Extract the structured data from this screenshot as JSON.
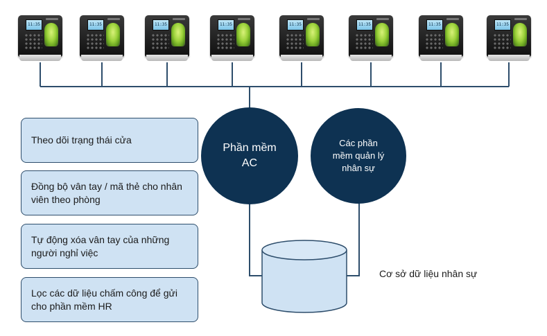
{
  "devices": [
    {
      "screen_time": "11:35"
    },
    {
      "screen_time": "11:35"
    },
    {
      "screen_time": "11:35"
    },
    {
      "screen_time": "11:35"
    },
    {
      "screen_time": "11:35"
    },
    {
      "screen_time": "11:35"
    },
    {
      "screen_time": "11:35"
    },
    {
      "screen_time": "11:35"
    }
  ],
  "features": [
    {
      "label": "Theo dõi trạng thái cửa"
    },
    {
      "label": "Đồng bộ vân tay / mã thẻ cho nhân viên theo phòng"
    },
    {
      "label": "Tự động xóa vân tay của những người nghỉ việc"
    },
    {
      "label": "Lọc các dữ liệu chấm công để gửi cho phần mềm HR"
    }
  ],
  "circles": {
    "ac_software": "Phần mềm AC",
    "hr_software": "Các phần mềm quản lý nhân sự"
  },
  "database": {
    "label": "Cơ sở dữ liệu nhân sự"
  },
  "colors": {
    "circle_fill": "#0e3252",
    "box_fill": "#cfe2f3",
    "line": "#2d4d6b",
    "db_fill": "#cfe2f3"
  },
  "icons": {
    "device": "fingerprint-terminal-icon",
    "database": "database-cylinder-icon"
  }
}
